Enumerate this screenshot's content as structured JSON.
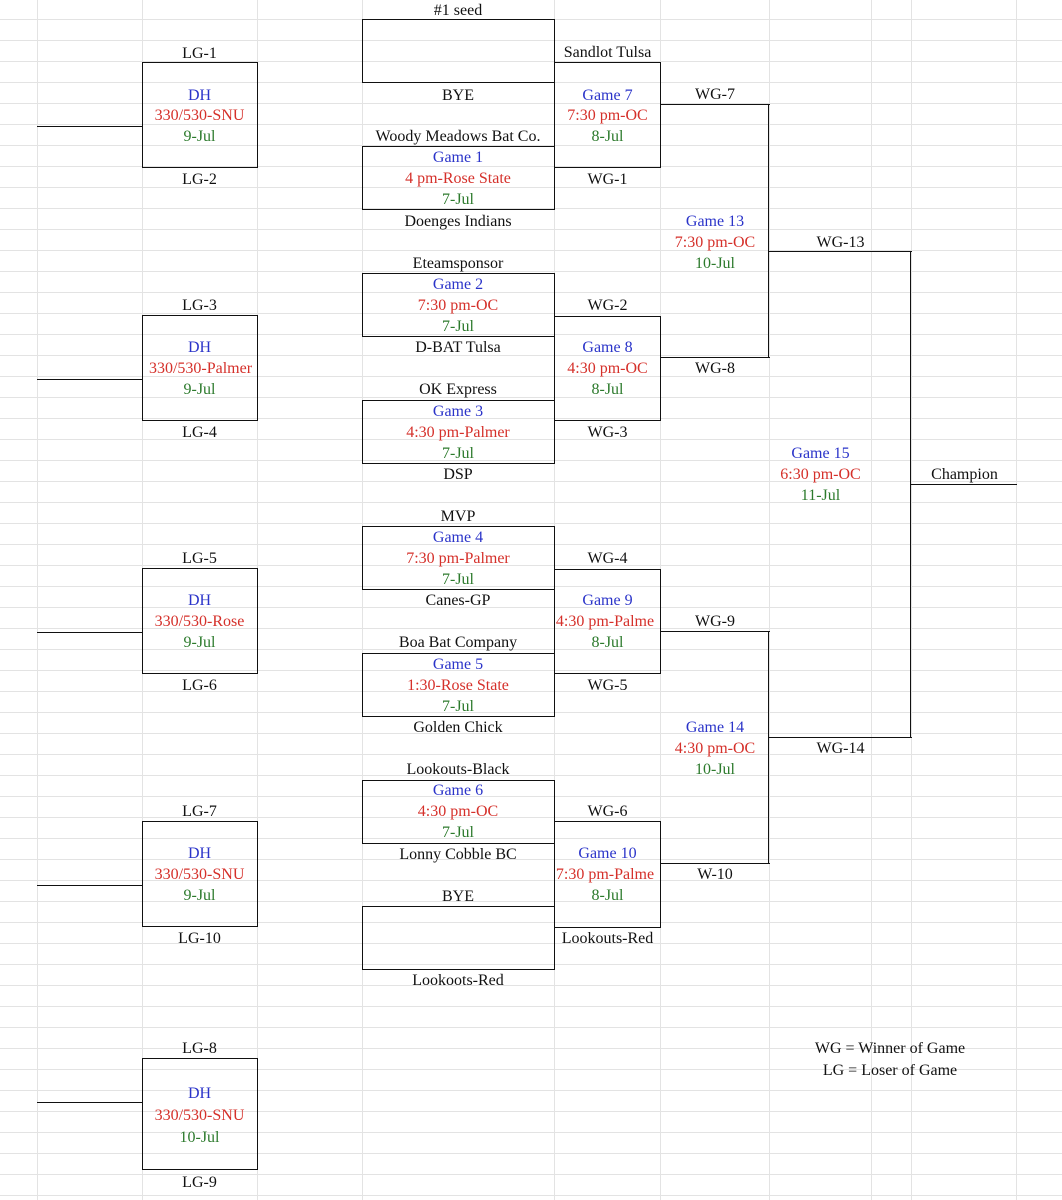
{
  "lg": [
    {
      "top": "LG-1",
      "game": "DH",
      "time": "330/530-SNU",
      "date": "9-Jul",
      "bottom": "LG-2"
    },
    {
      "top": "LG-3",
      "game": "DH",
      "time": "330/530-Palmer",
      "date": "9-Jul",
      "bottom": "LG-4"
    },
    {
      "top": "LG-5",
      "game": "DH",
      "time": "330/530-Rose",
      "date": "9-Jul",
      "bottom": "LG-6"
    },
    {
      "top": "LG-7",
      "game": "DH",
      "time": "330/530-SNU",
      "date": "9-Jul",
      "bottom": "LG-10"
    },
    {
      "top": "LG-8",
      "game": "DH",
      "time": "330/530-SNU",
      "date": "10-Jul",
      "bottom": "LG-9"
    }
  ],
  "r1": [
    {
      "top": "#1 seed",
      "bottom": "BYE"
    },
    {
      "top": "Woody Meadows Bat Co.",
      "game": "Game 1",
      "time": "4 pm-Rose State",
      "date": "7-Jul",
      "bottom": "Doenges Indians"
    },
    {
      "top": "Eteamsponsor",
      "game": "Game 2",
      "time": "7:30 pm-OC",
      "date": "7-Jul",
      "bottom": "D-BAT Tulsa"
    },
    {
      "top": "OK Express",
      "game": "Game 3",
      "time": "4:30 pm-Palmer",
      "date": "7-Jul",
      "bottom": "DSP"
    },
    {
      "top": "MVP",
      "game": "Game 4",
      "time": "7:30 pm-Palmer",
      "date": "7-Jul",
      "bottom": "Canes-GP"
    },
    {
      "top": "Boa Bat Company",
      "game": "Game 5",
      "time": "1:30-Rose State",
      "date": "7-Jul",
      "bottom": "Golden Chick"
    },
    {
      "top": "Lookouts-Black",
      "game": "Game 6",
      "time": "4:30 pm-OC",
      "date": "7-Jul",
      "bottom": "Lonny Cobble BC"
    },
    {
      "top": "BYE",
      "bottom": "Lookoots-Red"
    }
  ],
  "r2": [
    {
      "top": "Sandlot Tulsa",
      "game": "Game 7",
      "time": "7:30 pm-OC",
      "date": "8-Jul",
      "bottom": "WG-1"
    },
    {
      "top": "WG-2",
      "game": "Game 8",
      "time": "4:30 pm-OC",
      "date": "8-Jul",
      "bottom": "WG-3"
    },
    {
      "top": "WG-4",
      "game": "Game 9",
      "time": "4:30 pm-Palme",
      "date": "8-Jul",
      "bottom": "WG-5"
    },
    {
      "top": "WG-6",
      "game": "Game 10",
      "time": "7:30 pm-Palme",
      "date": "8-Jul",
      "bottom": "Lookouts-Red"
    }
  ],
  "r3": [
    {
      "top": "WG-7",
      "game": "Game 13",
      "time": "7:30 pm-OC",
      "date": "10-Jul",
      "bottom": "WG-8"
    },
    {
      "top": "WG-9",
      "game": "Game 14",
      "time": "4:30 pm-OC",
      "date": "10-Jul",
      "bottom": "W-10"
    }
  ],
  "r4": {
    "top": "WG-13",
    "game": "Game 15",
    "time": "6:30 pm-OC",
    "date": "11-Jul",
    "bottom": "WG-14"
  },
  "champion": "Champion",
  "legend": [
    "WG = Winner of Game",
    "LG = Loser of Game"
  ]
}
